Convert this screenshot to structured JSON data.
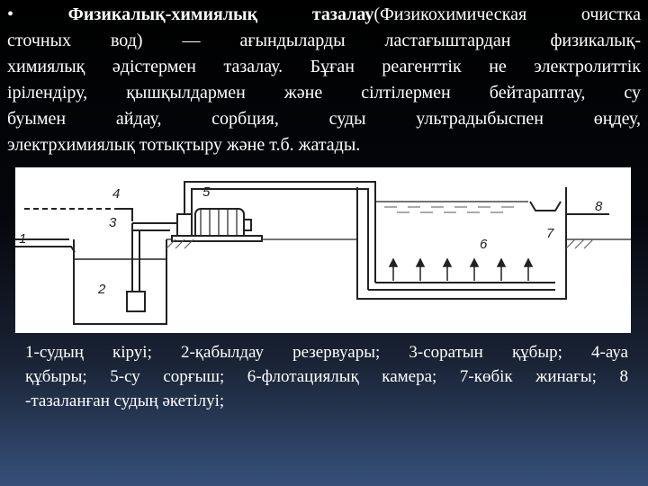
{
  "paragraph": {
    "line1_bullet": "• ",
    "line1_bold": "Физикалық-химиялық тазалау",
    "line1_rest": "(Физикохимическая очистка",
    "line2": "сточных вод) — ағындыларды ластағыштардан физикалық-",
    "line3": "химиялық әдістермен тазалау. Бұған реагенттік не электролиттік",
    "line4": "ірілендіру, қышқылдармен және сілтілермен бейтараптау, су",
    "line5": "буымен айдау, сорбция, суды ультрадыбыспен өңдеу,",
    "line6": "электрхимиялық тотықтыру және т.б. жатады."
  },
  "diagram": {
    "labels": [
      "1",
      "2",
      "3",
      "4",
      "5",
      "6",
      "7",
      "8"
    ]
  },
  "caption": {
    "line1": "1-судың кіруі; 2-қабылдау резервуары; 3-соратын құбыр; 4-ауа",
    "line2": "құбыры; 5-су сорғыш; 6-флотациялық камера; 7-көбік жинағы; 8",
    "line3": "-тазаланған судың әкетілуі;"
  }
}
